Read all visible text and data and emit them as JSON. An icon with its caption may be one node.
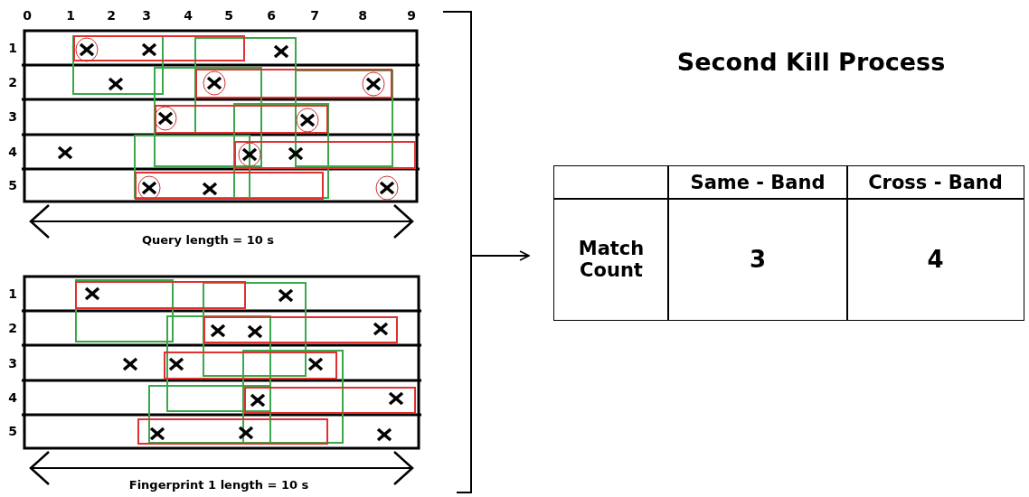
{
  "diagram": {
    "title": "Second Kill Process",
    "labels": [
      "0",
      "1",
      "2",
      "3",
      "4",
      "5",
      "6",
      "7",
      "8",
      "9",
      "1",
      "2",
      "3",
      "4",
      "5",
      "Query length = 10 s",
      "1",
      "2",
      "3",
      "4",
      "5",
      "Fingerprint 1 length = 10 s",
      "Same - Band",
      "Cross - Band",
      "Match Count",
      "3",
      "4"
    ]
  }
}
